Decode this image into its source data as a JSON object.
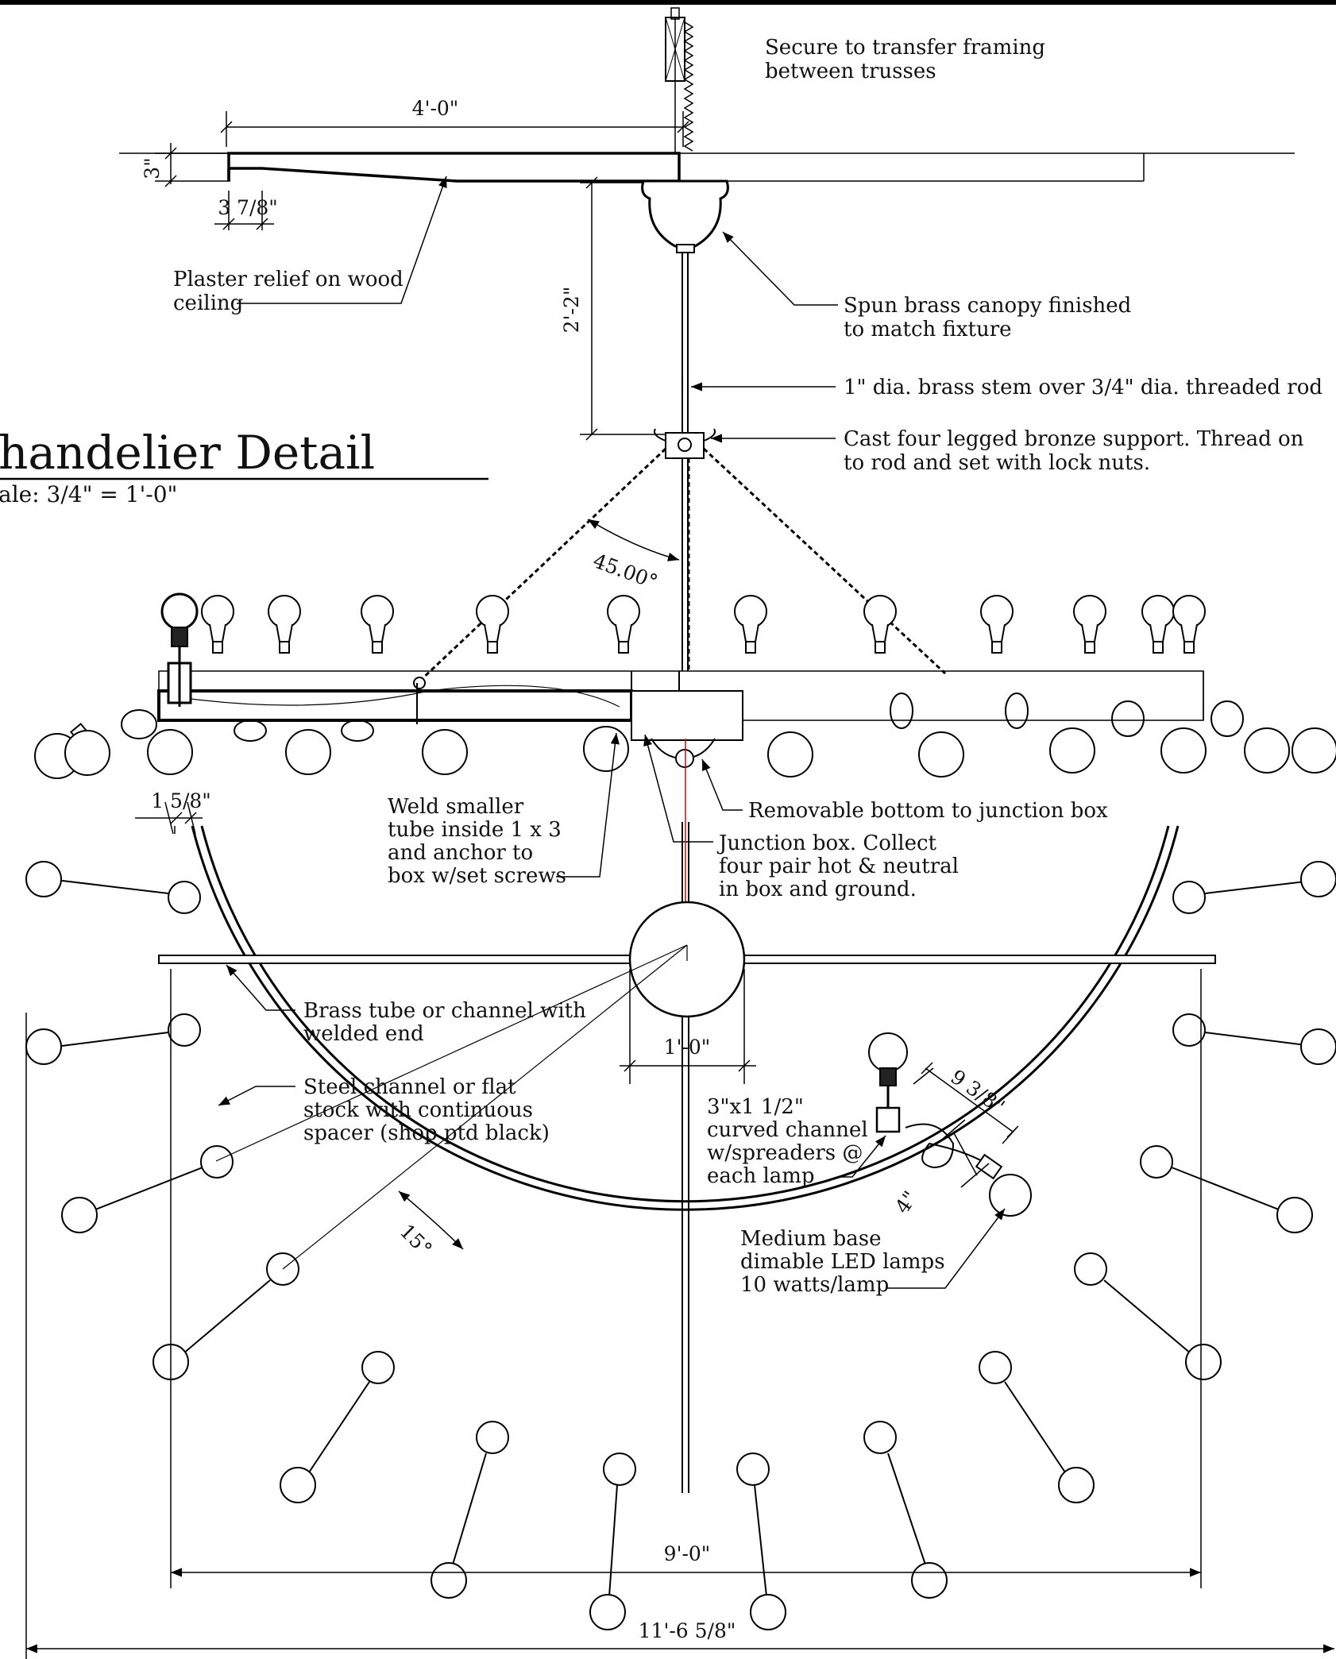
{
  "title": {
    "main": "handelier Detail",
    "scale": "ale: 3/4\" = 1'-0\""
  },
  "notes": {
    "secure_1": "Secure to transfer framing",
    "secure_2": "between trusses",
    "plaster_1": "Plaster relief on wood",
    "plaster_2": "ceiling",
    "canopy_1": "Spun brass canopy finished",
    "canopy_2": "to match fixture",
    "stem": "1\" dia. brass stem over 3/4\" dia. threaded rod",
    "support_1": "Cast four legged bronze support. Thread on",
    "support_2": "to rod and set with lock nuts.",
    "weld_1": "Weld smaller",
    "weld_2": "tube inside 1 x 3",
    "weld_3": "and anchor to",
    "weld_4": "box w/set screws",
    "removable": "Removable bottom to junction box",
    "junction_1": "Junction box. Collect",
    "junction_2": "four pair hot & neutral",
    "junction_3": "in box and ground.",
    "brass_tube_1": "Brass tube or channel with",
    "brass_tube_2": "welded end",
    "steel_1": "Steel channel or flat",
    "steel_2": "stock with continuous",
    "steel_3": "spacer (shop ptd black)",
    "curved_1": "3\"x1 1/2\"",
    "curved_2": "curved channel",
    "curved_3": "w/spreaders @",
    "curved_4": "each lamp",
    "lamps_1": "Medium base",
    "lamps_2": "dimable LED lamps",
    "lamps_3": "10 watts/lamp"
  },
  "dimensions": {
    "ceiling_width": "4'-0\"",
    "relief_depth": "3\"",
    "relief_step": "3 7/8\"",
    "drop": "2'-2\"",
    "chain_angle": "45.00°",
    "tube_offset": "1 5/8\"",
    "hub": "1'-0\"",
    "arm_length": "9 3/8\"",
    "arm_offset": "4\"",
    "lamp_spacing": "15°",
    "ring_diameter": "9'-0\"",
    "overall": "11'-6 5/8\""
  }
}
